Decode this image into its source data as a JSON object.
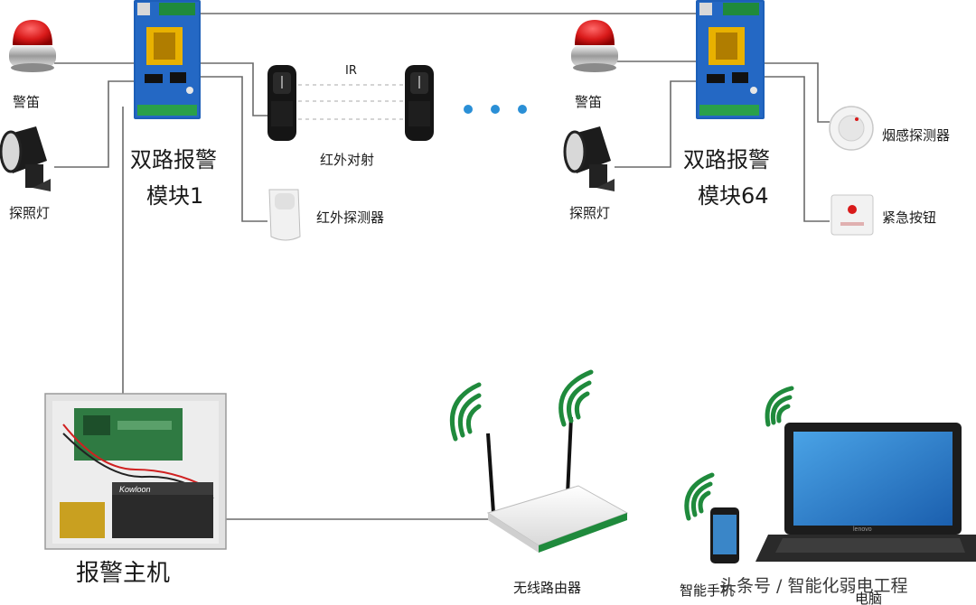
{
  "module1": {
    "line1": "双路报警",
    "line2": "模块1"
  },
  "module64": {
    "line1": "双路报警",
    "line2": "模块64"
  },
  "labels": {
    "siren_left": "警笛",
    "spotlight_left": "探照灯",
    "siren_right": "警笛",
    "spotlight_right": "探照灯",
    "ir_beam": "红外对射",
    "ir_text": "IR",
    "pir_detector": "红外探测器",
    "smoke_detector": "烟感探测器",
    "emergency_button": "紧急按钮",
    "alarm_host": "报警主机",
    "router": "无线路由器",
    "phone": "智能手机",
    "laptop": "电脑",
    "battery_brand": "Kowloon",
    "laptop_brand": "lenovo"
  },
  "watermark": "头条号 / 智能化弱电工程",
  "colors": {
    "wifi": "#1f8a3c",
    "line": "#555555",
    "board": "#1d5fb8",
    "beam_dots": "#2a8fd6",
    "siren_red": "#d91a1a"
  }
}
